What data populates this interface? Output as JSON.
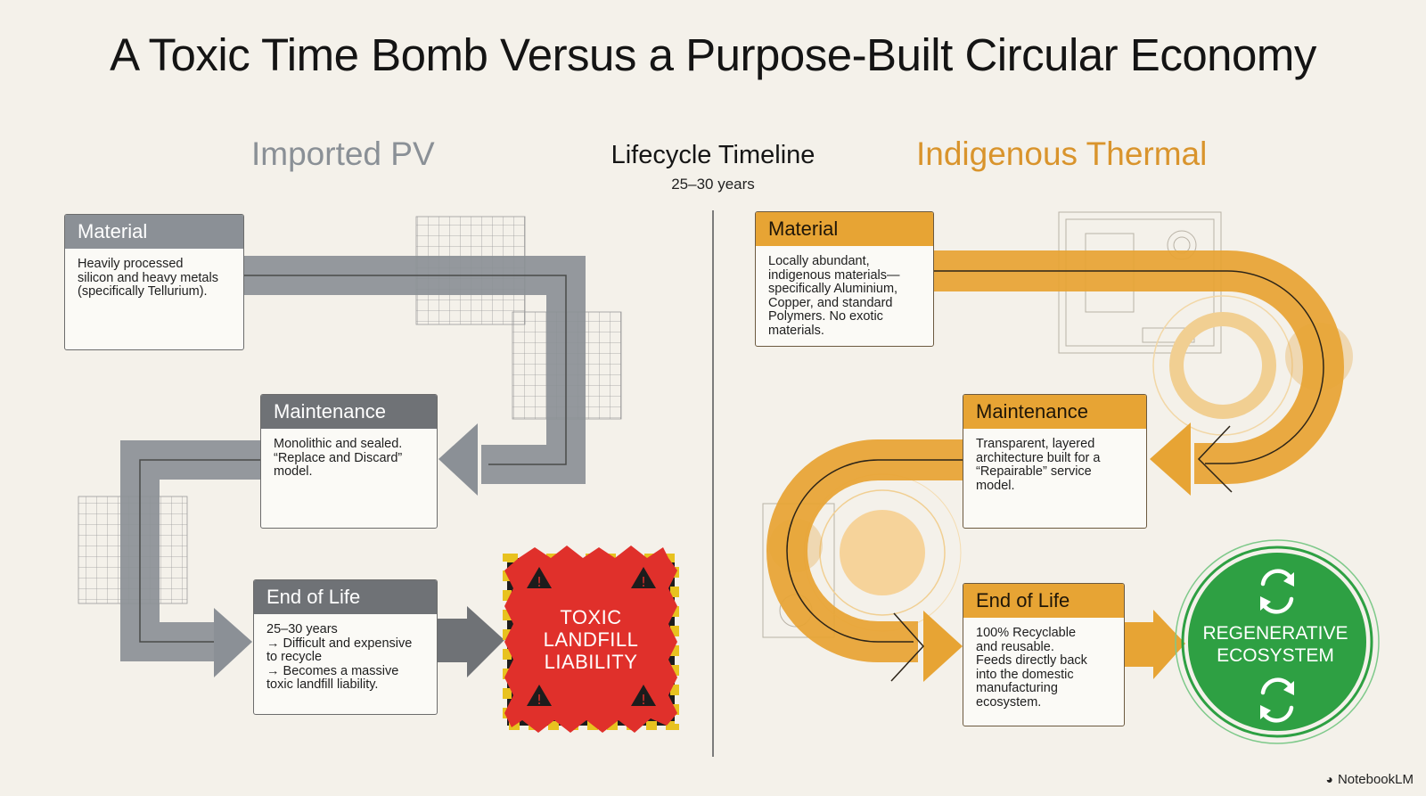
{
  "title": "A Toxic Time Bomb Versus a Purpose-Built Circular Economy",
  "timeline": {
    "title": "Lifecycle Timeline",
    "subtitle": "25–30 years"
  },
  "pv": {
    "heading": "Imported PV",
    "material": {
      "title": "Material",
      "text": "Heavily processed\nsilicon and heavy metals\n(specifically Tellurium)."
    },
    "maintenance": {
      "title": "Maintenance",
      "text": "Monolithic and sealed.\n“Replace and Discard”\nmodel."
    },
    "end_of_life": {
      "title": "End of Life",
      "text": "25–30 years\n→ Difficult and expensive\nto recycle\n→ Becomes a massive\ntoxic landfill liability."
    },
    "outcome": "TOXIC\nLANDFILL\nLIABILITY"
  },
  "thermal": {
    "heading": "Indigenous Thermal",
    "material": {
      "title": "Material",
      "text": "Locally abundant,\nindigenous materials—\nspecifically Aluminium,\nCopper, and standard\nPolymers. No exotic\nmaterials."
    },
    "maintenance": {
      "title": "Maintenance",
      "text": "Transparent, layered\narchitecture built for a\n“Repairable” service\nmodel."
    },
    "end_of_life": {
      "title": "End of Life",
      "text": "100% Recyclable\nand reusable.\nFeeds directly back\ninto the domestic\nmanufacturing\necosystem."
    },
    "outcome": "REGENERATIVE\nECOSYSTEM"
  },
  "brand": "NotebookLM",
  "colors": {
    "pv_gray": "#8b9096",
    "thermal_orange": "#e7a434",
    "warning_red": "#e0302b",
    "regen_green": "#2ea043"
  },
  "icons": [
    "warning-icon",
    "recycle-icon",
    "notebooklm-icon"
  ]
}
